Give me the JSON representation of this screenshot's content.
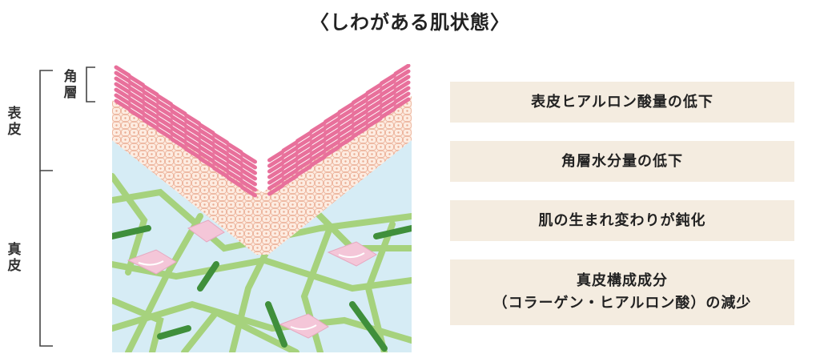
{
  "title": "〈しわがある肌状態〉",
  "labels": {
    "kakuso": [
      "角",
      "層"
    ],
    "hyohi": [
      "表",
      "皮"
    ],
    "shinpi": [
      "真",
      "皮"
    ]
  },
  "effects": [
    {
      "lines": [
        "表皮ヒアルロン酸量の低下"
      ]
    },
    {
      "lines": [
        "角層水分量の低下"
      ]
    },
    {
      "lines": [
        "肌の生まれ変わりが鈍化"
      ]
    },
    {
      "lines": [
        "真皮構成成分",
        "（コラーゲン・ヒアルロン酸）の減少"
      ]
    }
  ],
  "colors": {
    "dermis_bg": "#d6ecf5",
    "fiber_light": "#a6d27d",
    "fiber_dark": "#3f8f3b",
    "stratum_corneum": "#e8709b",
    "epidermis_cell": "#fbe5d8",
    "fibroblast": "#f4c6d8",
    "box_bg": "#f4ece0"
  }
}
